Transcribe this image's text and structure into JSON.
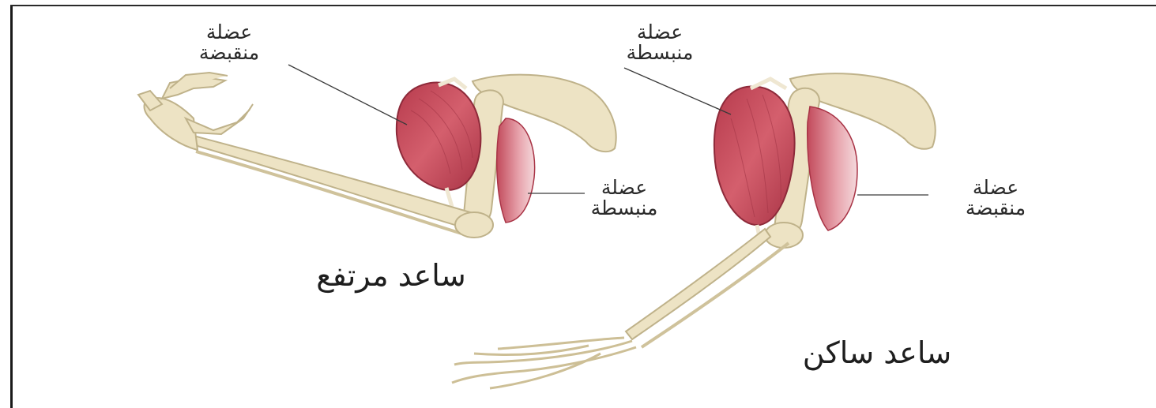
{
  "left_arm": {
    "top_label": [
      "عضلة",
      "منقبضة"
    ],
    "side_label": [
      "عضلة",
      "منبسطة"
    ],
    "caption": "ساعد مرتفع"
  },
  "right_arm": {
    "top_label": [
      "عضلة",
      "منبسطة"
    ],
    "side_label": [
      "عضلة",
      "منقبضة"
    ],
    "caption": "ساعد ساكن"
  },
  "colors": {
    "bone": "#ede3c4",
    "bone_shadow": "#cfc29b",
    "muscle": "#c8505f",
    "muscle_dark": "#9e3444"
  }
}
